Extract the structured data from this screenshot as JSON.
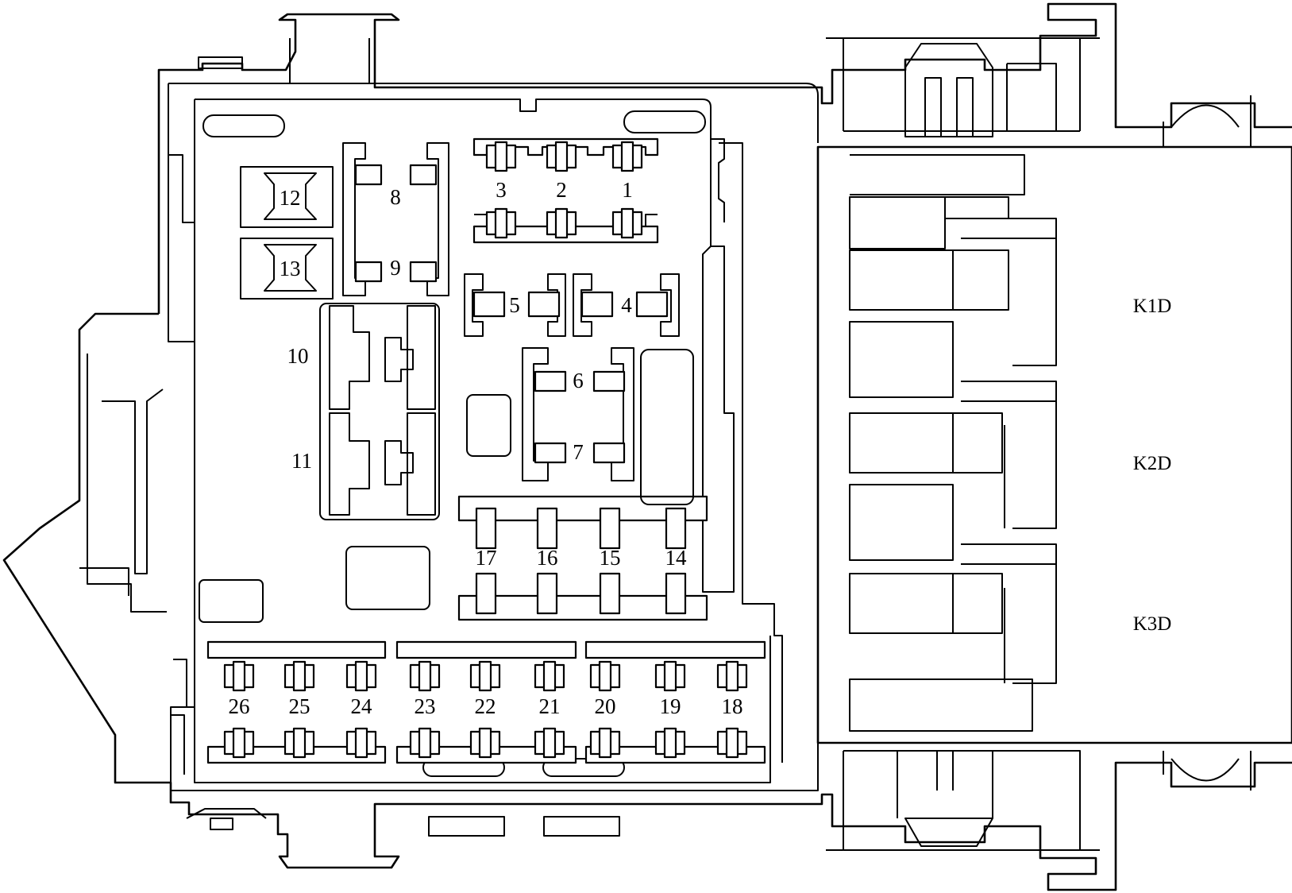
{
  "fuse_labels": [
    "1",
    "2",
    "3",
    "4",
    "5",
    "6",
    "7",
    "8",
    "9",
    "10",
    "11",
    "12",
    "13",
    "14",
    "15",
    "16",
    "17",
    "18",
    "19",
    "20",
    "21",
    "22",
    "23",
    "24",
    "25",
    "26"
  ],
  "relay_labels": [
    "K1D",
    "K2D",
    "K3D"
  ]
}
